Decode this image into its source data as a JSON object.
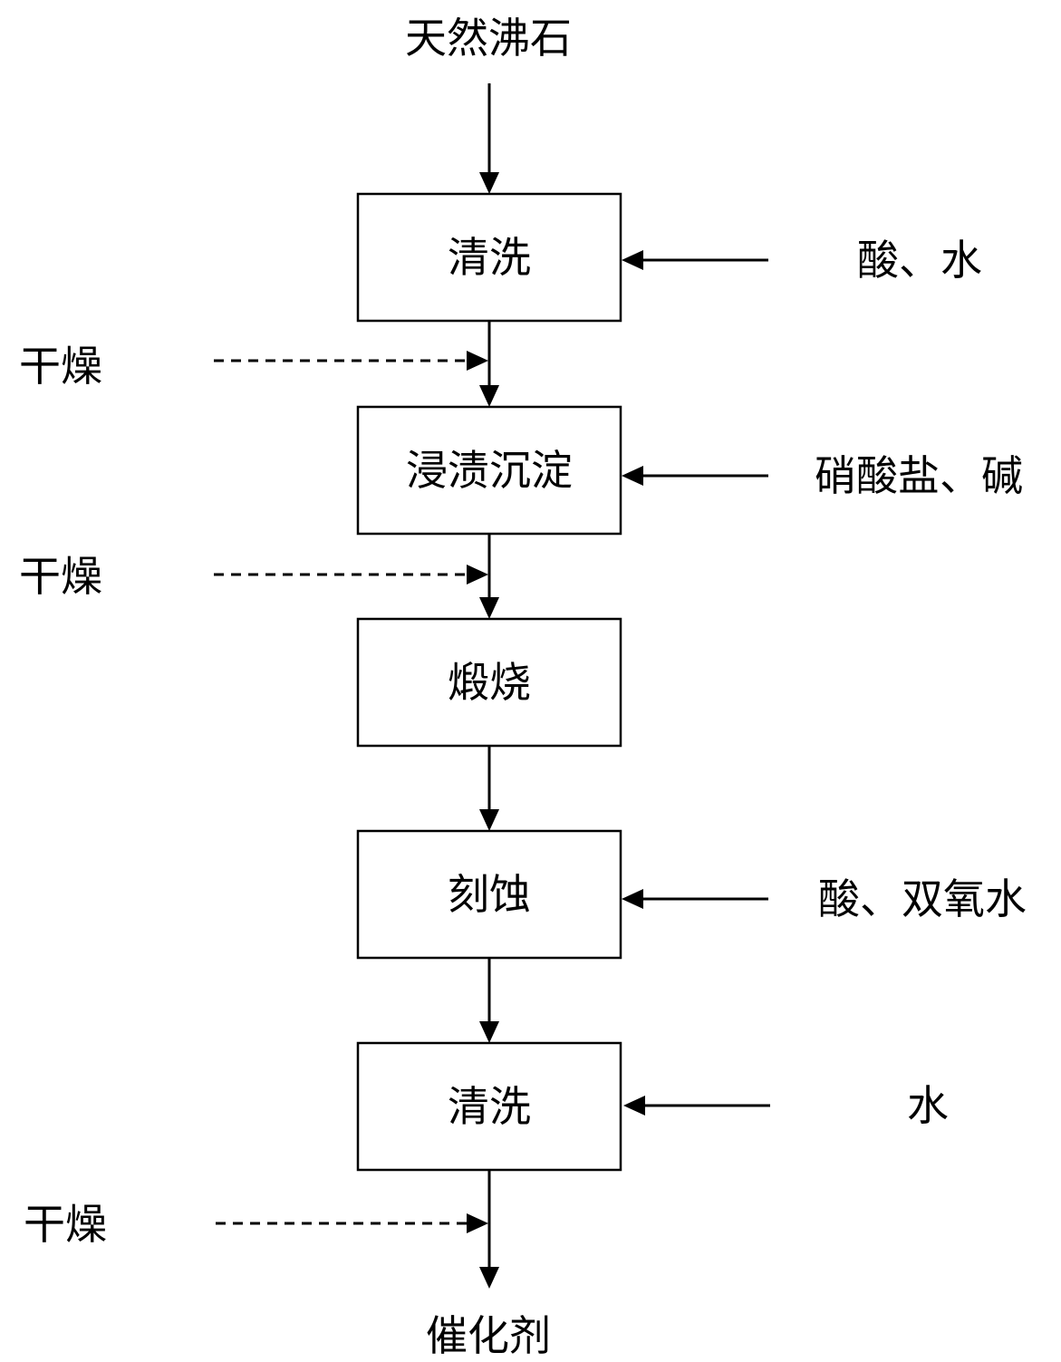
{
  "diagram": {
    "input_material": "天然沸石",
    "output_product": "催化剂",
    "steps": [
      {
        "label": "清洗",
        "reagent": "酸、水"
      },
      {
        "label": "浸渍沉淀",
        "reagent": "硝酸盐、碱"
      },
      {
        "label": "煅烧",
        "reagent": ""
      },
      {
        "label": "刻蚀",
        "reagent": "酸、双氧水"
      },
      {
        "label": "清洗",
        "reagent": "水"
      }
    ],
    "drying_label": "干燥",
    "colors": {
      "line": "#000000",
      "background": "#ffffff"
    }
  }
}
